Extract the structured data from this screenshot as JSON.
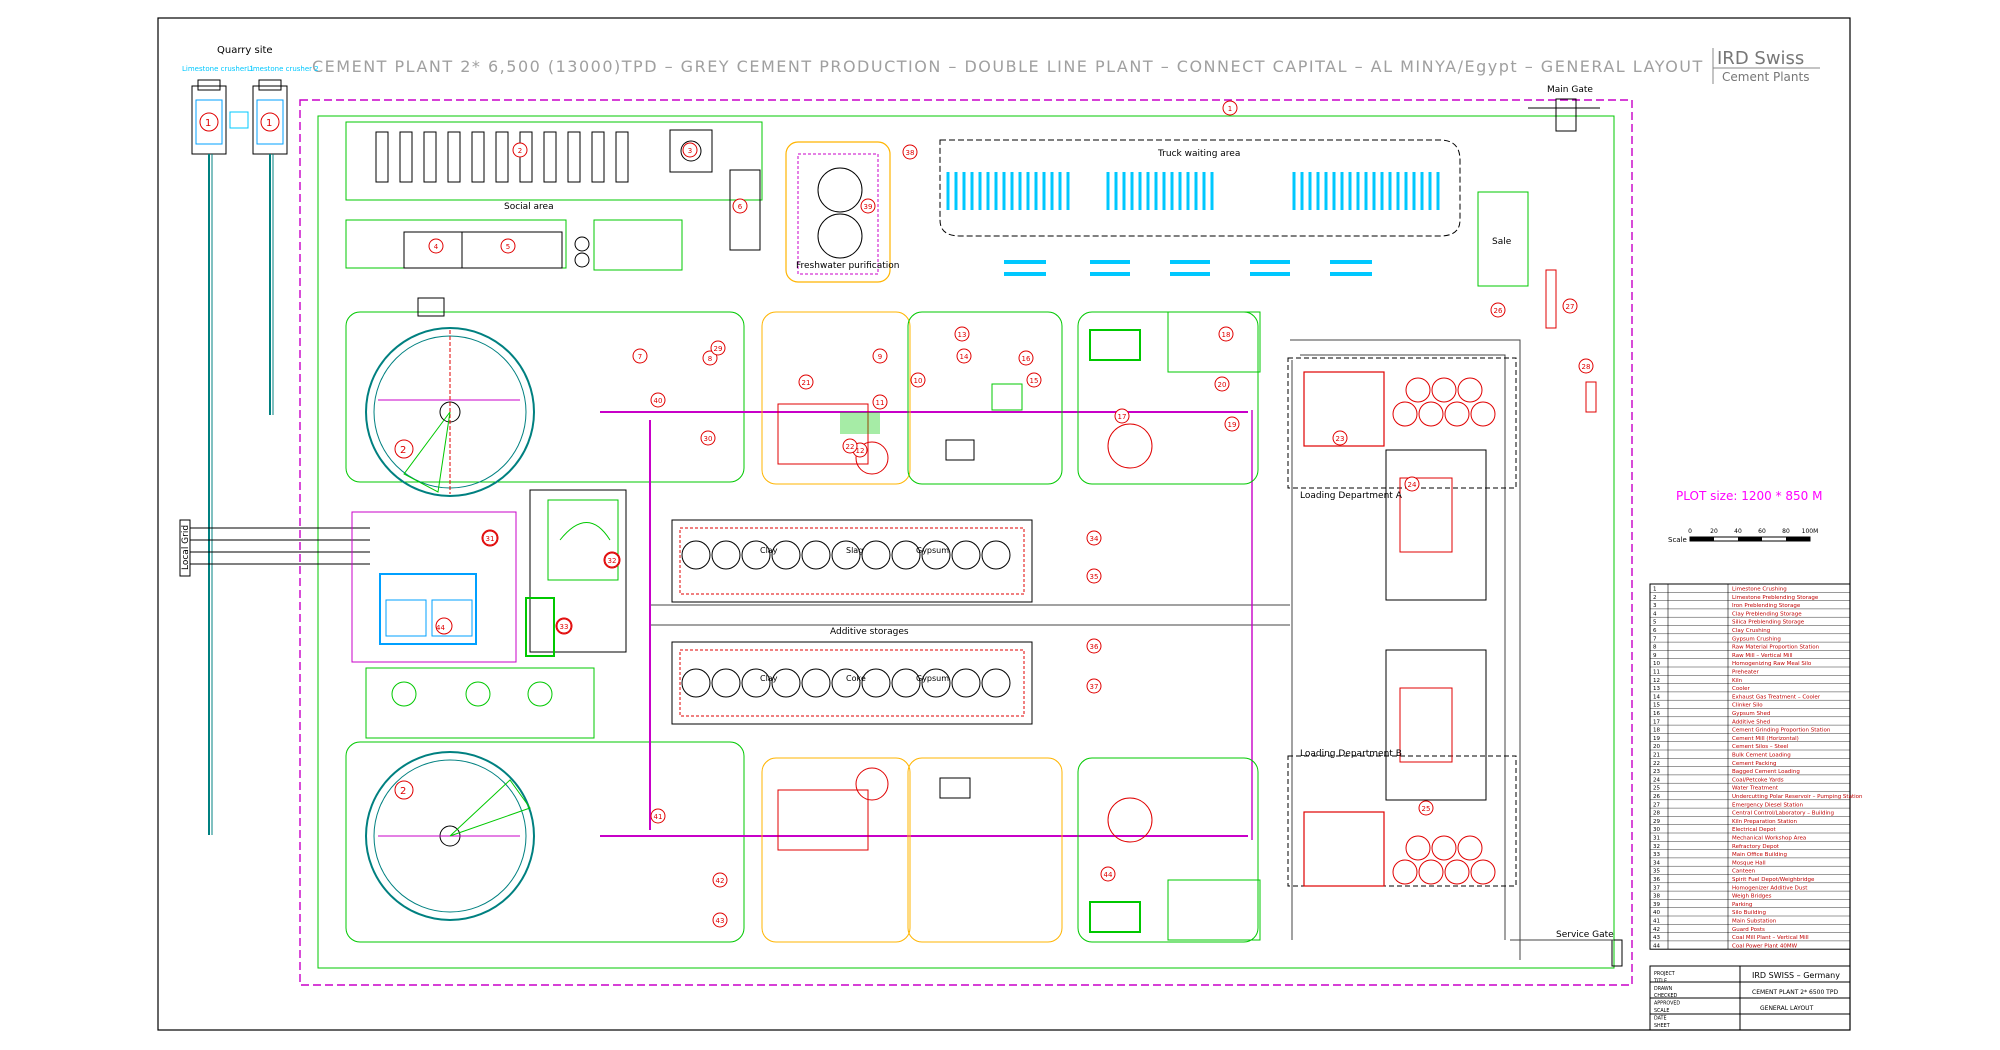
{
  "title": "CEMENT PLANT 2* 6,500 (13000)TPD – GREY CEMENT PRODUCTION – DOUBLE LINE PLANT – CONNECT CAPITAL – AL MINYA/Egypt – GENERAL LAYOUT",
  "brand": {
    "name": "IRD Swiss",
    "subtitle": "Cement Plants"
  },
  "labels": {
    "quarry_site": "Quarry site",
    "crusher_1": "Limestone crusher 1",
    "crusher_2": "Limestone crusher 2",
    "main_gate": "Main Gate",
    "service_gate": "Service Gate",
    "truck_waiting": "Truck waiting area",
    "sale": "Sale",
    "social_area": "Social area",
    "freshwater": "Freshwater purification",
    "local_grid": "Local Grid",
    "additive_storages": "Additive storages",
    "loading_a": "Loading Department A",
    "loading_b": "Loading Department B",
    "plot_size": "PLOT size: 1200 * 850 M",
    "scale_label": "Scale",
    "scale_ticks": [
      "0",
      "20",
      "40",
      "60",
      "80",
      "100M"
    ],
    "clay": "Clay",
    "coke": "Coke",
    "gypsum": "Gypsum",
    "slag": "Slag"
  },
  "markers": [
    "1",
    "2",
    "3",
    "4",
    "5",
    "6",
    "7",
    "8",
    "9",
    "10",
    "11",
    "12",
    "13",
    "14",
    "15",
    "16",
    "17",
    "18",
    "19",
    "20",
    "21",
    "22",
    "23",
    "24",
    "25",
    "26",
    "27",
    "28",
    "29",
    "30",
    "31",
    "32",
    "33",
    "34",
    "35",
    "36",
    "37",
    "38",
    "39",
    "40",
    "41",
    "42",
    "43",
    "44"
  ],
  "legend": [
    "Limestone Crushing",
    "Limestone Preblending Storage",
    "Iron Preblending Storage",
    "Clay Preblending Storage",
    "Silica Preblending Storage",
    "Clay Crushing",
    "Gypsum Crushing",
    "Raw Material Proportion Station",
    "Raw Mill – Vertical Mill",
    "Homogenizing Raw Meal Silo",
    "Preheater",
    "Kiln",
    "Cooler",
    "Exhaust Gas Treatment – Cooler",
    "Clinker Silo",
    "Gypsum Shed",
    "Additive Shed",
    "Cement Grinding Proportion Station",
    "Cement Mill (Horizontal)",
    "Cement Silos – Steel",
    "Bulk Cement Loading",
    "Cement Packing",
    "Bagged Cement Loading",
    "Coal/Petcoke Yards",
    "Water Treatment",
    "Undercutting Polar Reservoir – Pumping Station",
    "Emergency Diesel Station",
    "Central Control/Laboratory – Building",
    "Kiln Preparation Station",
    "Electrical Depot",
    "Mechanical Workshop Area",
    "Refractory Depot",
    "Main Office Building",
    "Mosque Hall",
    "Canteen",
    "Spirit Fuel Depot/Weighbridge",
    "Homogenizer Additive Dust",
    "Weigh Bridges",
    "Parking",
    "Silo Building",
    "Main Substation",
    "Guard Posts",
    "Coal Mill Plant – Vertical Mill",
    "Coal Power Plant 40MW"
  ],
  "title_block": {
    "company": "IRD SWISS – Germany",
    "drawing": "GENERAL LAYOUT",
    "project": "CEMENT PLANT 2* 6500 TPD",
    "rows": [
      "PROJECT",
      "TITLE",
      "DRAWN",
      "CHECKED",
      "APPROVED",
      "SCALE",
      "DATE",
      "SHEET"
    ]
  },
  "colors": {
    "frame": "#000000",
    "fence": "#c800c8",
    "road": "#000000",
    "area": "#00c800",
    "equipment": "#e00000",
    "title_text": "#a0a0a0",
    "truck": "#00c8ff",
    "orange_area": "#ffb400",
    "plot_size": "#ff00ff"
  }
}
